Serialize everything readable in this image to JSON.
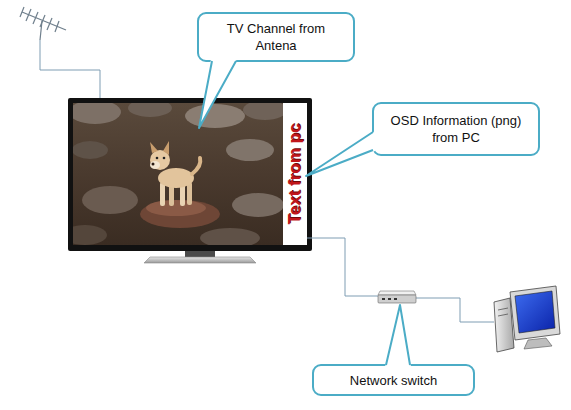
{
  "diagram": {
    "nodes": [
      {
        "text": [
          "TV Channel from Antena"
        ]
      },
      {
        "text": [
          "OSD Information (png) from PC"
        ]
      },
      {
        "text": [
          "Network switch"
        ]
      }
    ],
    "labels": [
      "Text from pc"
    ]
  }
}
